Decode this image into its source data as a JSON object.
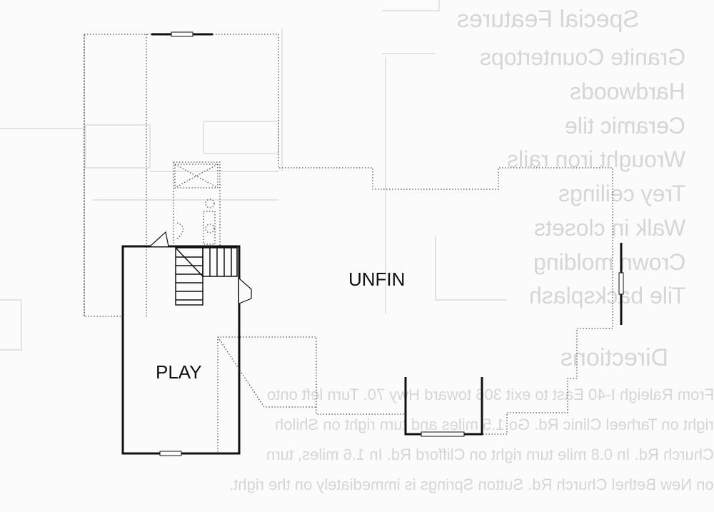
{
  "plan": {
    "rooms": [
      {
        "id": "play",
        "label": "PLAY"
      },
      {
        "id": "unfin",
        "label": "UNFIN"
      }
    ]
  },
  "bleed_through": {
    "features_heading": "Special Features",
    "features": [
      "Granite Countertops",
      "Hardwoods",
      "Ceramic tile",
      "Wrought iron rails",
      "Trey ceilings",
      "Walk in closets",
      "Crown molding",
      "Tile backsplash"
    ],
    "directions_heading": "Directions",
    "directions": [
      "From Raleigh I-40 East to exit 306 toward Hwy 70. Turn left onto",
      "right on Tarheel Clinic Rd. Go 1.5 miles and turn right on Shiloh",
      "Church Rd. In 0.8 mile turn right on Clifford Rd. In 1.6 miles, turn",
      "on New Bethel Church Rd. Sutton Springs is immediately on the right."
    ]
  },
  "colors": {
    "wall": "#111111",
    "outline": "#555555",
    "bleed_text": "#d6d6d6"
  }
}
